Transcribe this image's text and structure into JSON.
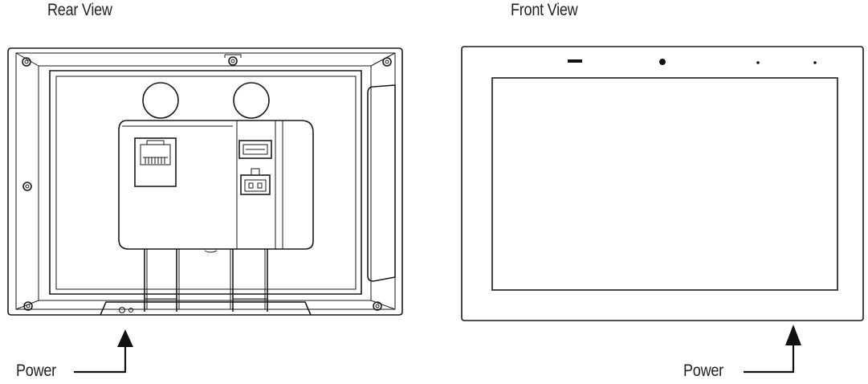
{
  "rear_view": {
    "title": "Rear View",
    "power_label": "Power"
  },
  "front_view": {
    "title": "Front  View",
    "power_label": "Power"
  },
  "colors": {
    "line": "#1a1a1a",
    "background": "#ffffff"
  }
}
